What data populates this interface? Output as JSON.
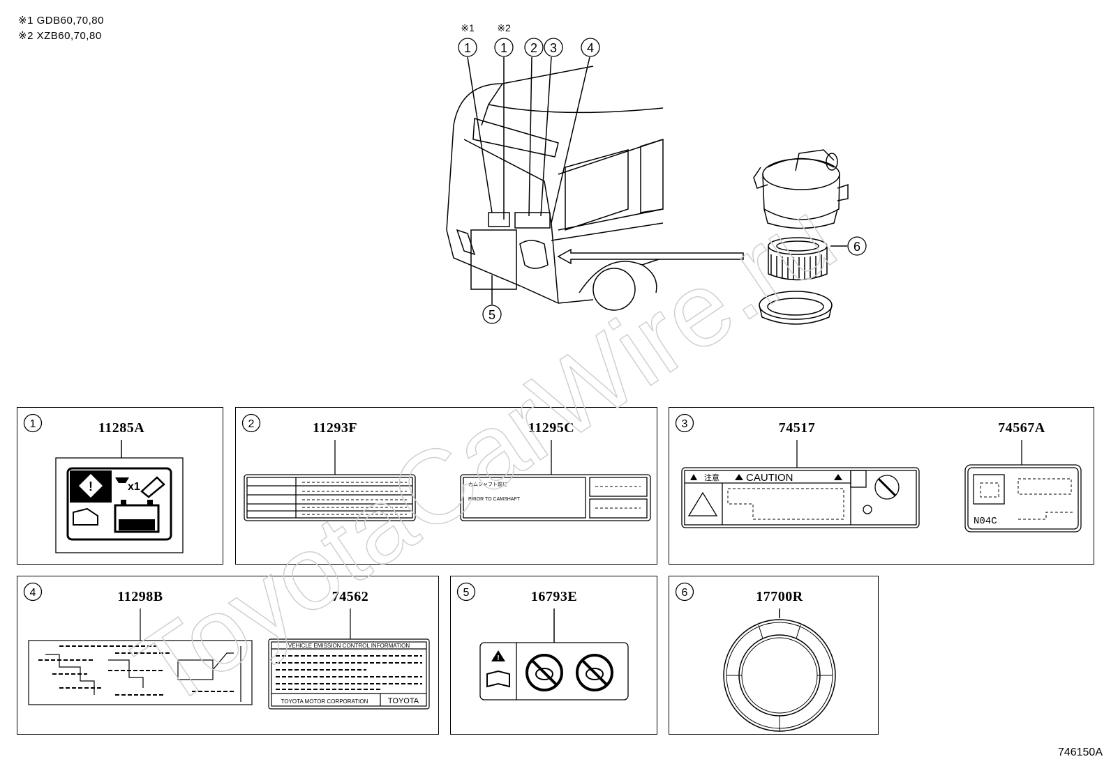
{
  "notes": [
    {
      "mark": "※1",
      "text": "GDB60,70,80"
    },
    {
      "mark": "※2",
      "text": "XZB60,70,80"
    }
  ],
  "callouts": {
    "c1a": "1",
    "c1b": "1",
    "c2": "2",
    "c3": "3",
    "c4": "4",
    "c5": "5",
    "c6": "6",
    "m1": "※1",
    "m2": "※2"
  },
  "panels": [
    {
      "id": "1",
      "parts": [
        "11285A"
      ]
    },
    {
      "id": "2",
      "parts": [
        "11293F",
        "11295C"
      ]
    },
    {
      "id": "3",
      "parts": [
        "74517",
        "74567A"
      ]
    },
    {
      "id": "4",
      "parts": [
        "11298B",
        "74562"
      ]
    },
    {
      "id": "5",
      "parts": [
        "16793E"
      ]
    },
    {
      "id": "6",
      "parts": [
        "17700R"
      ]
    }
  ],
  "label_text": {
    "caution": "CAUTION",
    "caution_jp": "注意",
    "emission_title": "VEHICLE EMISSION CONTROL INFORMATION",
    "emission_maker": "TOYOTA MOTOR CORPORATION",
    "emission_brand": "TOYOTA",
    "engine_code": "N04C",
    "camshaft": "PRIOR TO CAMSHAFT"
  },
  "diagram_number": "746150A",
  "watermark": "ToyotaCarWire.ru"
}
